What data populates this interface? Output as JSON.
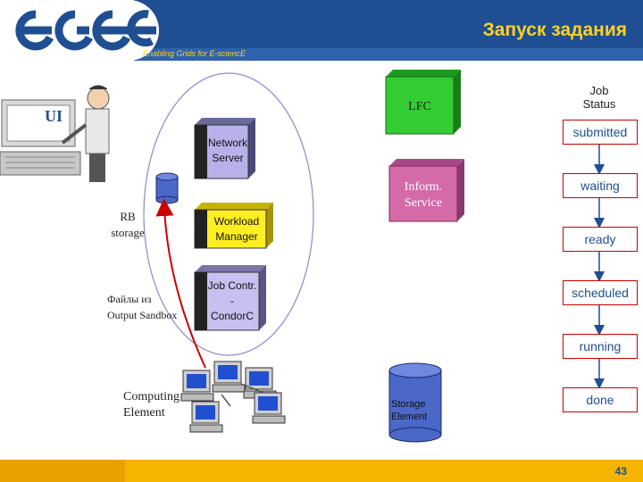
{
  "header": {
    "logo": "egee",
    "title": "Запуск задания",
    "tagline": "Enabling Grids for E-sciencE"
  },
  "diagram": {
    "ui_label": "UI",
    "network_server": [
      "Network",
      "Server"
    ],
    "workload_manager": [
      "Workload",
      "Manager"
    ],
    "job_control": [
      "Job Contr.",
      "-",
      "CondorC"
    ],
    "rb_storage": [
      "RB",
      "storage"
    ],
    "output_sandbox": [
      "Файлы из",
      "Output Sandbox"
    ],
    "lfc": "LFC",
    "inform_service": [
      "Inform.",
      "Service"
    ],
    "computing_element": [
      "Computing",
      "Element"
    ],
    "storage_element": [
      "Storage",
      "Element"
    ]
  },
  "job_status": {
    "heading": [
      "Job",
      "Status"
    ],
    "states": [
      "submitted",
      "waiting",
      "ready",
      "scheduled",
      "running",
      "done"
    ]
  },
  "footer": {
    "page_number": "43"
  },
  "colors": {
    "brand_blue": "#1f4e93",
    "title_yellow": "#ffd21f",
    "footer_yellow": "#f4b400",
    "lfc_green": "#33cc33",
    "inform_pink": "#d46aa8",
    "network_purple": "#b8b0e8",
    "workload_yellow": "#ffee22",
    "jobctl_lavender": "#c8c0f0",
    "arrow_red": "#cc0000",
    "ellipse_red": "#cc2222"
  }
}
